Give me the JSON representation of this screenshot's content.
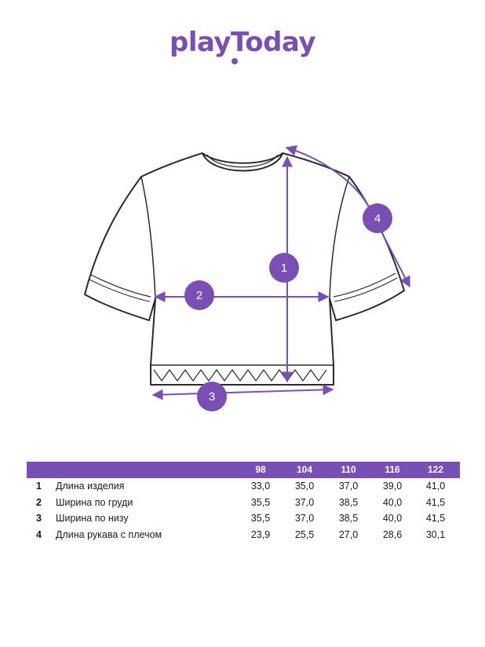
{
  "brand": {
    "name": "playToday",
    "color": "#7a4fb5"
  },
  "diagram": {
    "markers": [
      "1",
      "2",
      "3",
      "4"
    ],
    "icon": "cropped-tshirt-outline"
  },
  "table": {
    "sizes": [
      "98",
      "104",
      "110",
      "116",
      "122"
    ],
    "rows": [
      {
        "num": "1",
        "name": "Длина изделия",
        "values": [
          "33,0",
          "35,0",
          "37,0",
          "39,0",
          "41,0"
        ]
      },
      {
        "num": "2",
        "name": "Ширина по груди",
        "values": [
          "35,5",
          "37,0",
          "38,5",
          "40,0",
          "41,5"
        ]
      },
      {
        "num": "3",
        "name": "Ширина по низу",
        "values": [
          "35,5",
          "37,0",
          "38,5",
          "40,0",
          "41,5"
        ]
      },
      {
        "num": "4",
        "name": "Длина рукава с плечом",
        "values": [
          "23,9",
          "25,5",
          "27,0",
          "28,6",
          "30,1"
        ]
      }
    ]
  }
}
